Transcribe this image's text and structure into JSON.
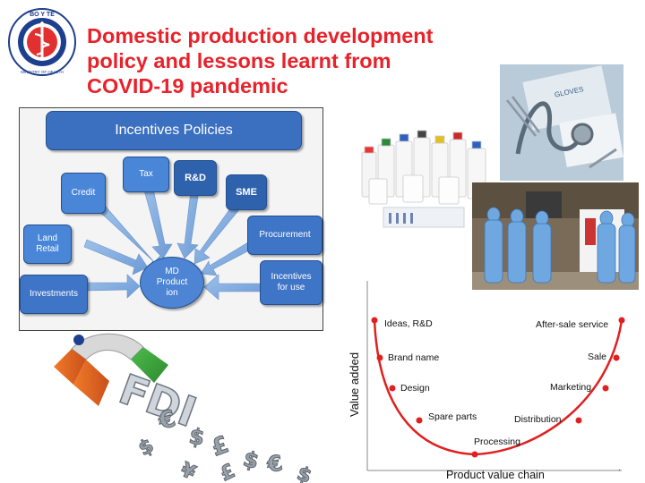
{
  "title": {
    "line1": "Domestic production development",
    "line2": "policy and lessons learnt from",
    "line3": "COVID-19 pandemic"
  },
  "logo": {
    "top_text": "BO Y TE",
    "bottom_text": "MINISTRY OF HEALTH"
  },
  "diagram": {
    "header": "Incentives Policies",
    "center_line1": "MD",
    "center_line2": "Product",
    "center_line3": "ion",
    "nodes": {
      "credit": "Credit",
      "tax": "Tax",
      "rnd": "R&D",
      "sme": "SME",
      "procurement": "Procurement",
      "land_line1": "Land",
      "land_line2": "Retail",
      "investments": "Investments",
      "incentives_line1": "Incentives",
      "incentives_line2": "for use"
    }
  },
  "photos": {
    "gloves_text": "GLOVES"
  },
  "value_chain": {
    "y_label": "Value added",
    "x_label": "Product value chain",
    "points": {
      "ideas": "Ideas, R&D",
      "brand": "Brand name",
      "design": "Design",
      "spare_parts": "Spare parts",
      "processing": "Processing",
      "distribution": "Distribution",
      "marketing": "Marketing",
      "sale": "Sale",
      "after_sale": "After-sale service"
    }
  },
  "fdi": {
    "letters": "FDI"
  },
  "colors": {
    "title": "#e8222a",
    "node": "#3f75c6",
    "curve": "#e02020"
  }
}
